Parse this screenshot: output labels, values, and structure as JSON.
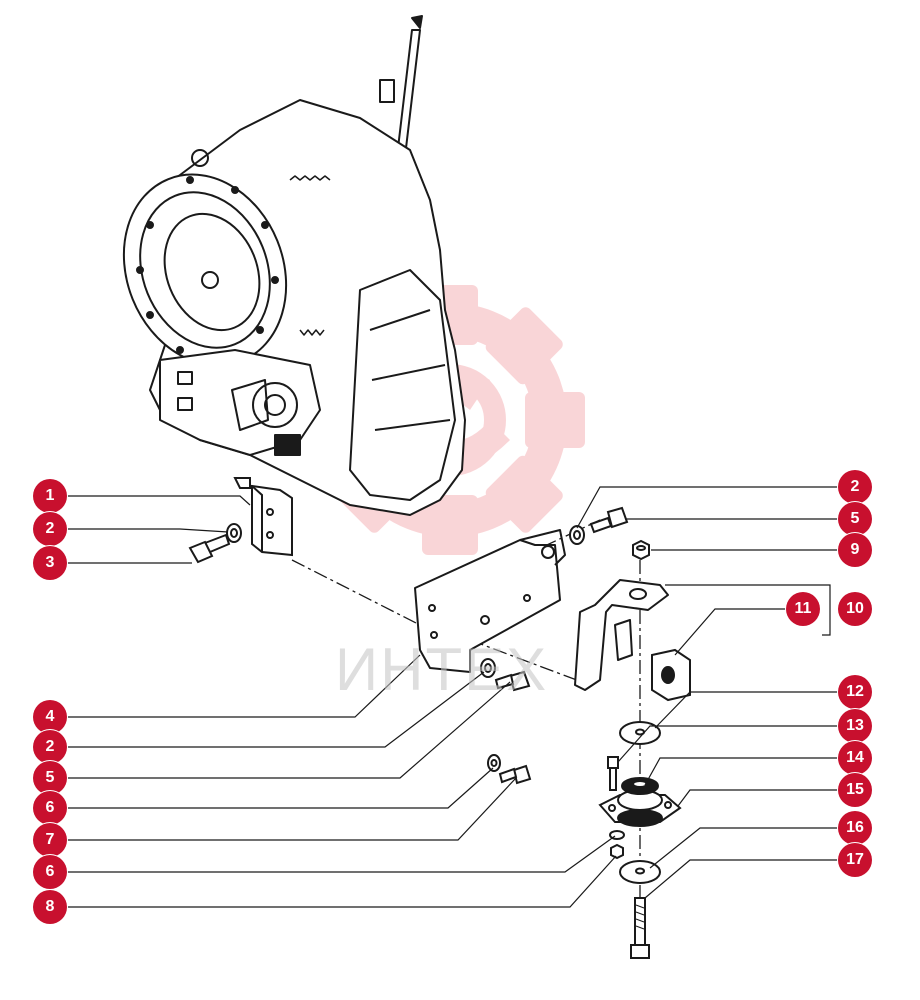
{
  "callouts": [
    {
      "id": "c1",
      "label": "1"
    },
    {
      "id": "c2a",
      "label": "2"
    },
    {
      "id": "c3",
      "label": "3"
    },
    {
      "id": "c4",
      "label": "4"
    },
    {
      "id": "c2b",
      "label": "2"
    },
    {
      "id": "c5a",
      "label": "5"
    },
    {
      "id": "c6a",
      "label": "6"
    },
    {
      "id": "c7",
      "label": "7"
    },
    {
      "id": "c6b",
      "label": "6"
    },
    {
      "id": "c8",
      "label": "8"
    },
    {
      "id": "c2c",
      "label": "2"
    },
    {
      "id": "c5b",
      "label": "5"
    },
    {
      "id": "c9",
      "label": "9"
    },
    {
      "id": "c10",
      "label": "10"
    },
    {
      "id": "c11",
      "label": "11"
    },
    {
      "id": "c12",
      "label": "12"
    },
    {
      "id": "c13",
      "label": "13"
    },
    {
      "id": "c14",
      "label": "14"
    },
    {
      "id": "c15",
      "label": "15"
    },
    {
      "id": "c16",
      "label": "16"
    },
    {
      "id": "c17",
      "label": "17"
    }
  ],
  "watermark": {
    "text": "ИНТЕХ"
  },
  "colors": {
    "badge": "#c8102e",
    "line": "#1a1a1a",
    "watermark": "#e8464f"
  }
}
